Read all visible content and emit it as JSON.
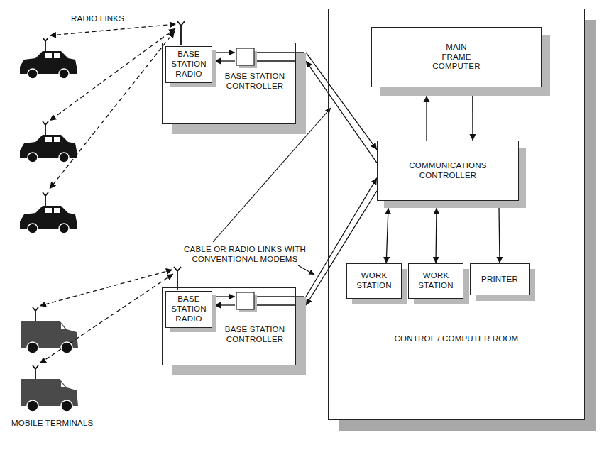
{
  "diagram": {
    "nodes": [
      {
        "text": [
          "BASE STATION CONTROLLER"
        ]
      },
      {
        "text": [
          "BASE STATION RADIO"
        ],
        "in": 0
      },
      {
        "text": [
          "CONTROL / COMPUTER ROOM"
        ]
      },
      {
        "text": [
          "MAIN FRAME COMPUTER"
        ],
        "in": 2
      },
      {
        "text": [
          "COMMUNICATIONS CONTROLLER"
        ],
        "in": 2
      },
      {
        "text": [
          "WORK STATION"
        ],
        "in": 2
      },
      {
        "text": [
          "WORK STATION"
        ],
        "in": 2
      },
      {
        "text": [
          "PRINTER"
        ],
        "in": 2
      },
      {
        "text": [
          "BASE STATION CONTROLLER"
        ]
      },
      {
        "text": [
          "BASE STATION RADIO"
        ],
        "in": 8
      }
    ],
    "edges": [
      {
        "from": 4,
        "to": 3,
        "arrow": "to"
      },
      {
        "from": 3,
        "to": 4,
        "arrow": "to"
      },
      {
        "from": 0,
        "to": 4,
        "arrow": "to"
      },
      {
        "from": 4,
        "to": 0,
        "arrow": "to"
      },
      {
        "from": 8,
        "to": 4,
        "arrow": "to"
      },
      {
        "from": 4,
        "to": 8,
        "arrow": "to"
      },
      {
        "from": 4,
        "to": 5,
        "arrow": "both"
      },
      {
        "from": 4,
        "to": 6,
        "arrow": "both"
      },
      {
        "from": 4,
        "to": 7,
        "arrow": "to"
      }
    ],
    "labels": [
      "RADIO LINKS",
      "CABLE OR RADIO LINKS WITH CONVENTIONAL MODEMS",
      "MOBILE TERMINALS"
    ]
  }
}
